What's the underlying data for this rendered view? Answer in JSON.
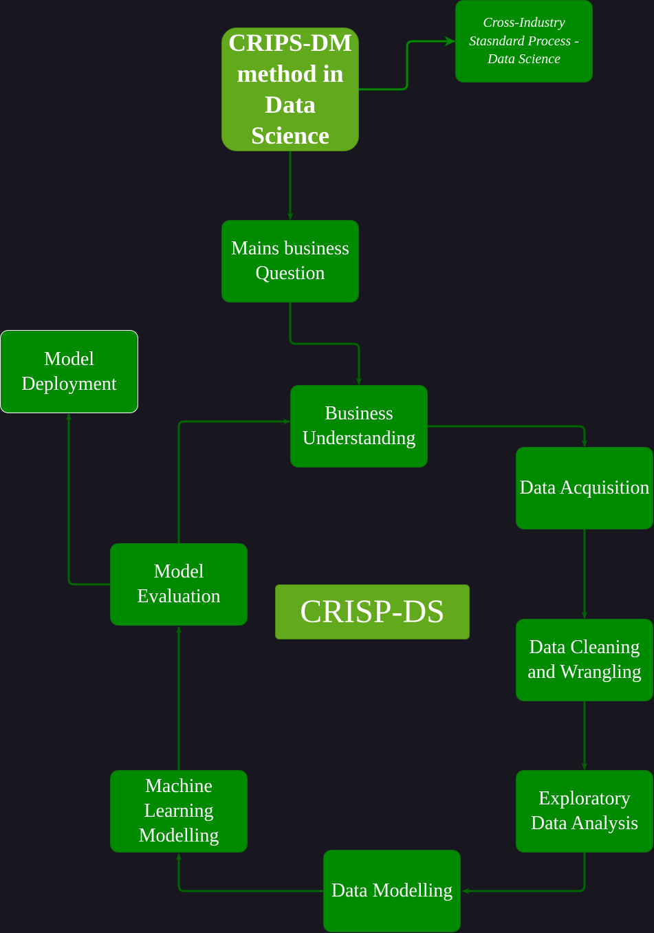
{
  "diagram": {
    "title": "CRIPS-DM method in Data Science",
    "note": "Cross-Industry Stasndard Process - Data Science",
    "center_label": "CRISP-DS",
    "steps": {
      "main_question": "Mains business Question",
      "business_understanding": "Business Understanding",
      "data_acquisition": "Data Acquisition",
      "data_cleaning": "Data Cleaning and Wrangling",
      "eda": "Exploratory Data Analysis",
      "data_modelling": "Data Modelling",
      "ml_modelling": "Machine Learning Modelling",
      "model_evaluation": "Model Evaluation",
      "model_deployment": "Model Deployment"
    }
  },
  "colors": {
    "background": "#18171f",
    "box_green": "#008a00",
    "box_light_green": "#63a91e",
    "connector": "#006600",
    "note_connector": "#008a00",
    "text": "#ffffff"
  }
}
